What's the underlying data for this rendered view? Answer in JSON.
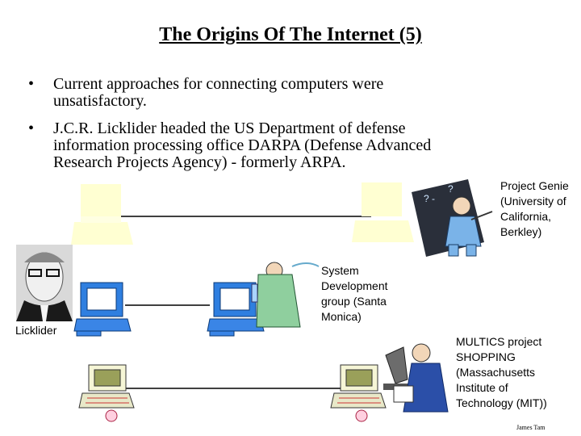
{
  "slide": {
    "title": "The Origins Of The Internet (5)",
    "bullets": [
      {
        "marker": "•",
        "lines": [
          "Current approaches for connecting computers were",
          "unsatisfactory."
        ]
      },
      {
        "marker": "•",
        "lines": [
          "J.C.R. Licklider headed the US Department of defense",
          "information processing office DARPA (Defense Advanced",
          "Research Projects Agency) - formerly ARPA."
        ]
      }
    ]
  },
  "labels": {
    "project_genie": [
      "Project Genie",
      "(University of",
      "California,",
      "Berkley)"
    ],
    "system_development": [
      "System",
      "Development",
      "group (Santa",
      "Monica)"
    ],
    "licklider": "Licklider",
    "multics": [
      "MULTICS project",
      "SHOPPING",
      "(Massachusetts",
      "Institute of",
      "Technology (MIT))"
    ]
  },
  "footer": {
    "author": "James Tam"
  }
}
